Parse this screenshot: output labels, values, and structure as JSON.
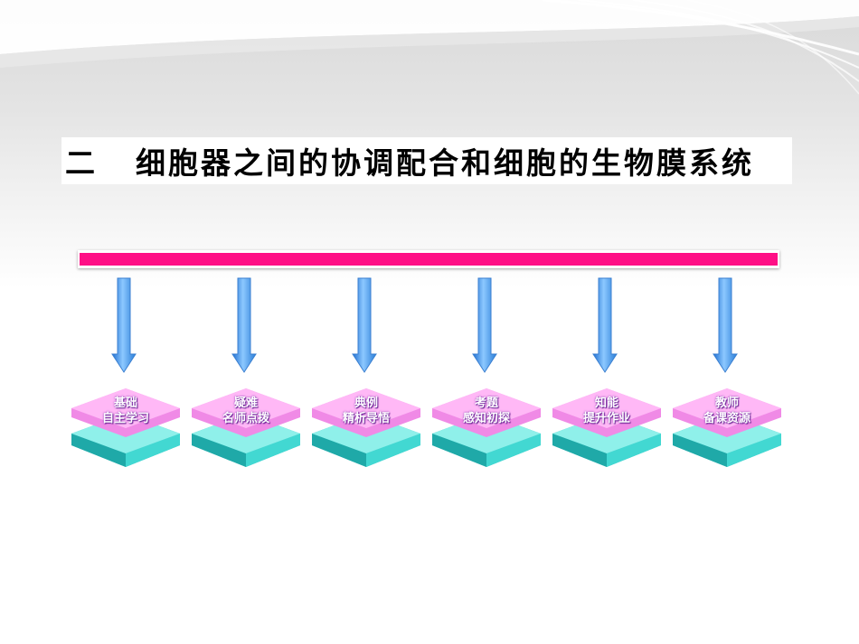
{
  "slide": {
    "title_number": "二",
    "title_text": "细胞器之间的协调配合和细胞的生物膜系统"
  },
  "modules": [
    {
      "line1": "基础",
      "line2": "自主学习"
    },
    {
      "line1": "疑难",
      "line2": "名师点拨"
    },
    {
      "line1": "典例",
      "line2": "精析导悟"
    },
    {
      "line1": "考题",
      "line2": "感知初探"
    },
    {
      "line1": "知能",
      "line2": "提升作业"
    },
    {
      "line1": "教师",
      "line2": "备课资源"
    }
  ],
  "colors": {
    "bar": "#ff0f86",
    "arrow": "#5aa8ee",
    "tile_top": "#ff9cf2",
    "tile_bottom": "#3fd6d0"
  }
}
